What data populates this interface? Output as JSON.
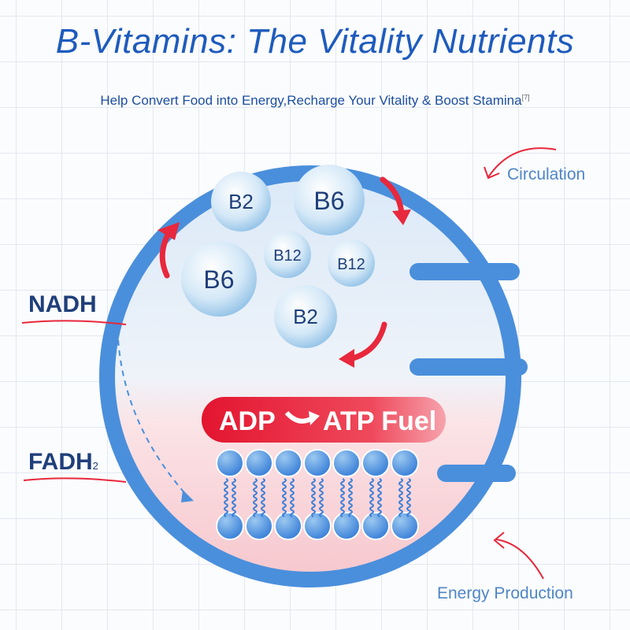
{
  "title": "B-Vitamins: The Vitality Nutrients",
  "subtitle": "Help Convert Food into Energy,Recharge Your Vitality & Boost Stamina",
  "subtitle_ref": "[7]",
  "labels": {
    "circulation": "Circulation",
    "energy": "Energy Production",
    "nadh": "NADH",
    "fadh": "FADH",
    "fadh_sub": "2"
  },
  "bubbles": [
    "B2",
    "B6",
    "B12",
    "B12",
    "B6",
    "B2"
  ],
  "pill": {
    "left": "ADP",
    "right": "ATP Fuel"
  },
  "colors": {
    "blue": "#4a8fdc",
    "red": "#e8283c",
    "title": "#1e5bbd"
  }
}
